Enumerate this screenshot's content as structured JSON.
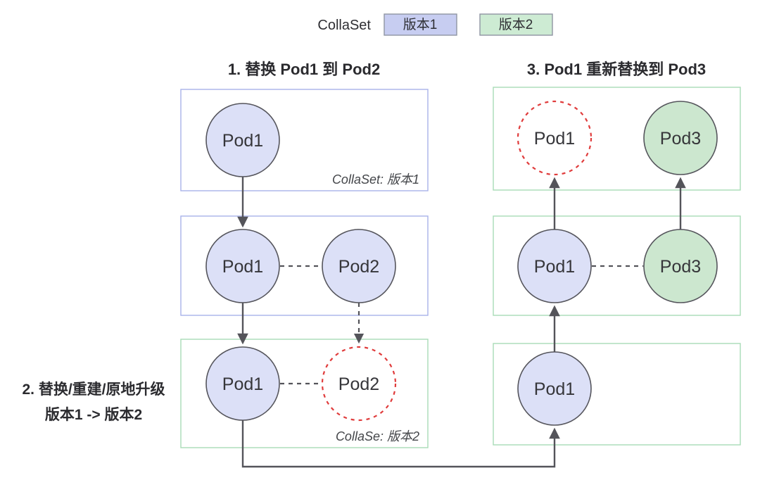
{
  "legend": {
    "title": "CollaSet",
    "items": [
      {
        "label": "版本1"
      },
      {
        "label": "版本2"
      }
    ]
  },
  "titles": {
    "step1": "1. 替换 Pod1 到 Pod2",
    "step3": "3. Pod1 重新替换到 Pod3"
  },
  "side_label": {
    "line1": "2. 替换/重建/原地升级",
    "line2": "版本1 -> 版本2"
  },
  "captions": {
    "box1": "CollaSet: 版本1",
    "box3": "CollaSe: 版本2"
  },
  "nodes": {
    "box1_pod1": "Pod1",
    "box2_pod1": "Pod1",
    "box2_pod2": "Pod2",
    "box3_pod1": "Pod1",
    "box3_pod2": "Pod2",
    "box4_pod1": "Pod1",
    "box4_pod3": "Pod3",
    "box5_pod1": "Pod1",
    "box5_pod3": "Pod3",
    "box6_pod1": "Pod1"
  },
  "colors": {
    "version1_fill": "#dce0f7",
    "version2_fill": "#cce7cf",
    "legend_version1_fill": "#c7cdf1",
    "legend_version2_fill": "#cdebd3",
    "blue_box_border": "#a8b2ea",
    "green_box_border": "#a9dcb6",
    "red_dashed": "#e03c3c",
    "line": "#54545a"
  }
}
